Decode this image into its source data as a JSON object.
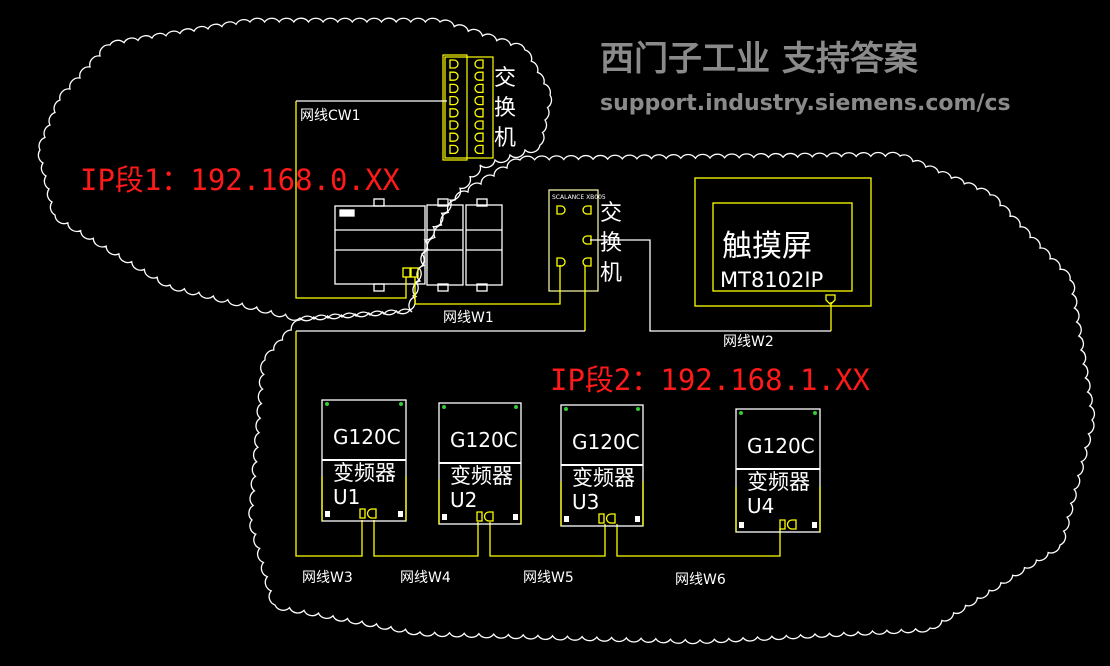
{
  "title": "Network topology diagram",
  "colors": {
    "background": "#000000",
    "line": "#ffffff",
    "cable": "#ffff00",
    "ip_text": "#ff1a1a"
  },
  "ip_segments": [
    {
      "label": "IP段1：192.168.0.XX"
    },
    {
      "label": "IP段2：192.168.1.XX"
    }
  ],
  "switches": [
    {
      "label_chars": [
        "交",
        "换",
        "机"
      ]
    },
    {
      "label_chars": [
        "交",
        "换",
        "机"
      ],
      "model": "SCALANCE XB005"
    }
  ],
  "hmi": {
    "name": "触摸屏",
    "model": "MT8102IP"
  },
  "drives": [
    {
      "model": "G120C",
      "type": "变频器",
      "id": "U1"
    },
    {
      "model": "G120C",
      "type": "变频器",
      "id": "U2"
    },
    {
      "model": "G120C",
      "type": "变频器",
      "id": "U3"
    },
    {
      "model": "G120C",
      "type": "变频器",
      "id": "U4"
    }
  ],
  "cables": {
    "cw1": "网线CW1",
    "w1": "网线W1",
    "w2": "网线W2",
    "w3": "网线W3",
    "w4": "网线W4",
    "w5": "网线W5",
    "w6": "网线W6"
  },
  "watermark": {
    "line1": "西门子工业 支持答案",
    "line2": "support.industry.siemens.com/cs"
  }
}
